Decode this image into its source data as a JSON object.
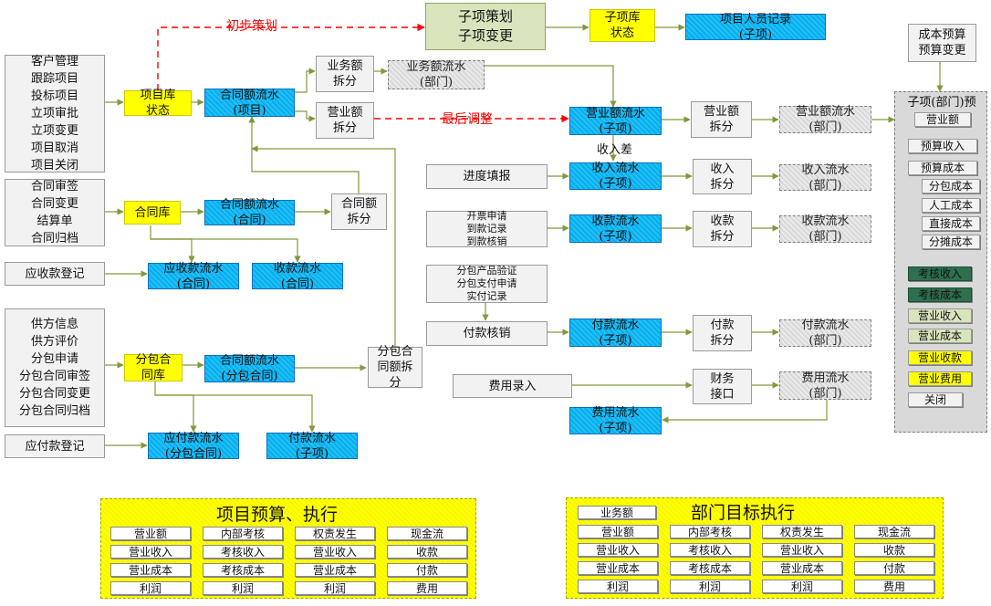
{
  "labels": {
    "initial_plan": "初步策划",
    "final_adjust": "最后调整",
    "income_diff": "收入差"
  },
  "customer_list": [
    "客户管理",
    "跟踪项目",
    "投标项目",
    "立项审批",
    "立项变更",
    "项目取消",
    "项目关闭"
  ],
  "contract_list": [
    "合同审签",
    "合同变更",
    "结算单",
    "合同归档"
  ],
  "receivable_reg": "应收款登记",
  "supplier_list": [
    "供方信息",
    "供方评价",
    "分包申请",
    "分包合同审签",
    "分包合同变更",
    "分包合同归档"
  ],
  "payable_reg": "应付款登记",
  "project_lib": [
    "项目库",
    "状态"
  ],
  "contract_lib": "合同库",
  "subcontract_lib": [
    "分包合",
    "同库"
  ],
  "contract_flow_project": [
    "合同额流水",
    "(项目)"
  ],
  "contract_flow_contract": [
    "合同额流水",
    "(合同)"
  ],
  "contract_flow_sub": [
    "合同额流水",
    "(分包合同)"
  ],
  "contract_split": [
    "合同额",
    "拆分"
  ],
  "sub_contract_split": [
    "分包合",
    "同额拆",
    "分"
  ],
  "receivable_flow": [
    "应收款流水",
    "(合同)"
  ],
  "collection_flow_contract": [
    "收款流水",
    "(合同)"
  ],
  "payable_flow": [
    "应付款流水",
    "(分包合同)"
  ],
  "payment_flow_sub": [
    "付款流水",
    "(子项)"
  ],
  "business_split": [
    "业务额",
    "拆分"
  ],
  "business_flow_dept": [
    "业务额流水",
    "(部门)"
  ],
  "revenue_split_a": [
    "营业额",
    "拆分"
  ],
  "subitem_plan": [
    "子项策划",
    "子项变更"
  ],
  "subitem_lib": [
    "子项库",
    "状态"
  ],
  "subitem_staff": [
    "项目人员记录",
    "(子项)"
  ],
  "revenue_flow_sub": [
    "营业额流水",
    "(子项)"
  ],
  "revenue_split_b": [
    "营业额",
    "拆分"
  ],
  "revenue_flow_dept": [
    "营业额流水",
    "(部门)"
  ],
  "progress_fill": "进度填报",
  "income_flow_sub": [
    "收入流水",
    "(子项)"
  ],
  "income_split": [
    "收入",
    "拆分"
  ],
  "income_flow_dept": [
    "收入流水",
    "(部门)"
  ],
  "invoice_list": [
    "开票申请",
    "到款记录",
    "到款核销"
  ],
  "collection_flow_sub": [
    "收款流水",
    "(子项)"
  ],
  "collection_split": [
    "收款",
    "拆分"
  ],
  "collection_flow_dept": [
    "收款流水",
    "(部门)"
  ],
  "subcontract_list": [
    "分包产品验证",
    "分包支付申请",
    "实付记录"
  ],
  "payment_verify": "付款核销",
  "payment_split": [
    "付款",
    "拆分"
  ],
  "payment_flow_dept": [
    "付款流水",
    "(部门)"
  ],
  "expense_entry": "费用录入",
  "finance_interface": [
    "财务",
    "接口"
  ],
  "expense_flow_dept": [
    "费用流水",
    "(部门)"
  ],
  "expense_flow_sub": [
    "费用流水",
    "(子项)"
  ],
  "cost_budget": [
    "成本预算",
    "预算变更"
  ],
  "right_panel": {
    "title": "子项(部门)预",
    "chips": [
      "营业额",
      "预算收入",
      "预算成本",
      "分包成本",
      "人工成本",
      "直接成本",
      "分摊成本"
    ],
    "chips2": [
      "考核收入",
      "考核成本",
      "营业收入",
      "营业成本",
      "营业收款",
      "营业费用",
      "关闭"
    ]
  },
  "project_panel": {
    "title": "项目预算、执行",
    "cols": [
      [
        "营业额",
        "营业收入",
        "营业成本",
        "利润"
      ],
      [
        "内部考核",
        "考核收入",
        "考核成本",
        "利润"
      ],
      [
        "权责发生",
        "营业收入",
        "营业成本",
        "利润"
      ],
      [
        "现金流",
        "收款",
        "付款",
        "费用"
      ]
    ]
  },
  "dept_panel": {
    "title": "部门目标执行",
    "top_chip": "业务额",
    "cols": [
      [
        "营业额",
        "营业收入",
        "营业成本",
        "利润"
      ],
      [
        "内部考核",
        "考核收入",
        "考核成本",
        "利润"
      ],
      [
        "权责发生",
        "营业收入",
        "营业成本",
        "利润"
      ],
      [
        "现金流",
        "收款",
        "付款",
        "费用"
      ]
    ]
  },
  "colors": {
    "flow": "#00b0f0",
    "lib": "#ffff00",
    "split": "#f2f2f2",
    "dept": "#d9d9d9",
    "plan": "#d8e4bc",
    "arrow": "#7f9a3a",
    "dashed": "#ff0000"
  }
}
